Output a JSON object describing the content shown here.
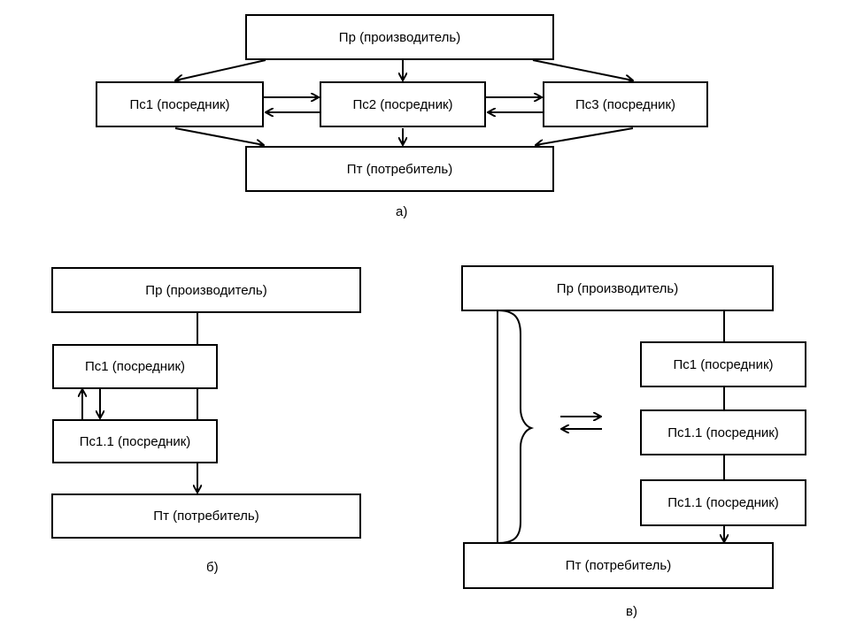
{
  "diagram_a": {
    "producer": "Пр (производитель)",
    "intermediary_1": "Пс1 (посредник)",
    "intermediary_2": "Пс2 (посредник)",
    "intermediary_3": "Пс3 (посредник)",
    "consumer": "Пт (потребитель)",
    "caption": "а)"
  },
  "diagram_b": {
    "producer": "Пр (производитель)",
    "intermediary_1": "Пс1 (посредник)",
    "intermediary_1_1": "Пс1.1 (посредник)",
    "consumer": "Пт (потребитель)",
    "caption": "б)"
  },
  "diagram_c": {
    "producer": "Пр (производитель)",
    "intermediary_1": "Пс1 (посредник)",
    "intermediary_1_1_a": "Пс1.1 (посредник)",
    "intermediary_1_1_b": "Пс1.1 (посредник)",
    "consumer": "Пт (потребитель)",
    "caption": "в)"
  }
}
